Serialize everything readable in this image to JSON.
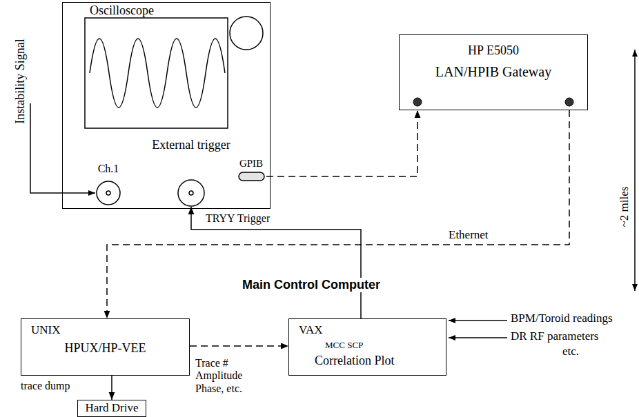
{
  "diagram": {
    "nodes": [
      {
        "text": [
          "Oscilloscope"
        ]
      },
      {
        "text": [
          "Ch.1"
        ],
        "in": 0
      },
      {
        "text": [
          "External trigger"
        ],
        "in": 0
      },
      {
        "text": [
          "GPIB"
        ],
        "in": 0
      },
      {
        "text": [
          "HP E5050",
          "LAN/HPIB Gateway"
        ]
      },
      {
        "text": [
          "UNIX",
          "HPUX/HP-VEE"
        ]
      },
      {
        "text": [
          "Main Control Computer",
          "VAX",
          "MCC SCP",
          "Correlation Plot"
        ]
      },
      {
        "text": [
          "Hard Drive"
        ]
      }
    ],
    "edges": [
      {
        "from": 3,
        "to": 4,
        "arrow": "to"
      },
      {
        "from": 4,
        "to": 5,
        "label": "Ethernet",
        "arrow": "to"
      },
      {
        "from": 5,
        "to": 6,
        "label": "Trace # Amplitude Phase, etc.",
        "arrow": "to"
      },
      {
        "from": 6,
        "to": 2,
        "label": "TRYY Trigger",
        "arrow": "to"
      },
      {
        "from": 5,
        "to": 7,
        "label": "trace dump",
        "arrow": "to"
      }
    ],
    "labels": [
      "Instability Signal",
      "~2 miles",
      "BPM/Toroid readings",
      "DR RF parameters",
      "etc."
    ]
  }
}
